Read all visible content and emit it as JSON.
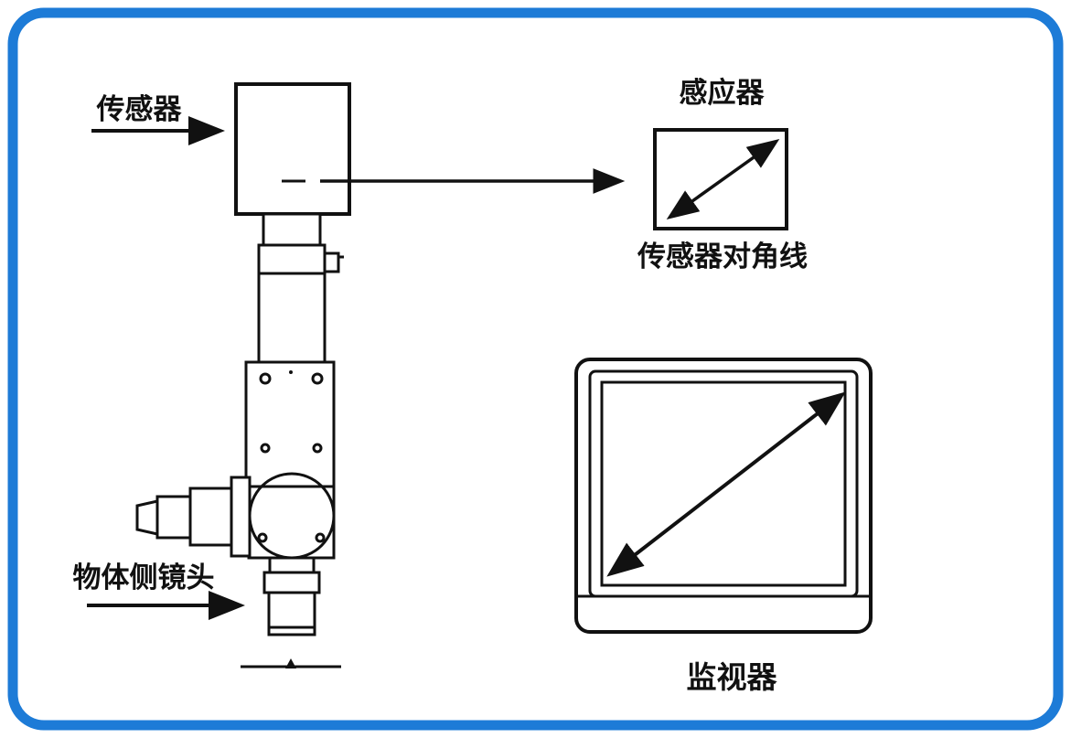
{
  "diagram": {
    "title": "camera-sensor-monitor-diagram",
    "labels": {
      "sensor": "传感器",
      "inductor": "感应器",
      "sensor_diagonal": "传感器对角线",
      "object_side_lens": "物体侧镜头",
      "monitor": "监视器"
    },
    "colors": {
      "border_blue": "#1d7bd7",
      "line_black": "#111111",
      "background": "#ffffff"
    }
  }
}
